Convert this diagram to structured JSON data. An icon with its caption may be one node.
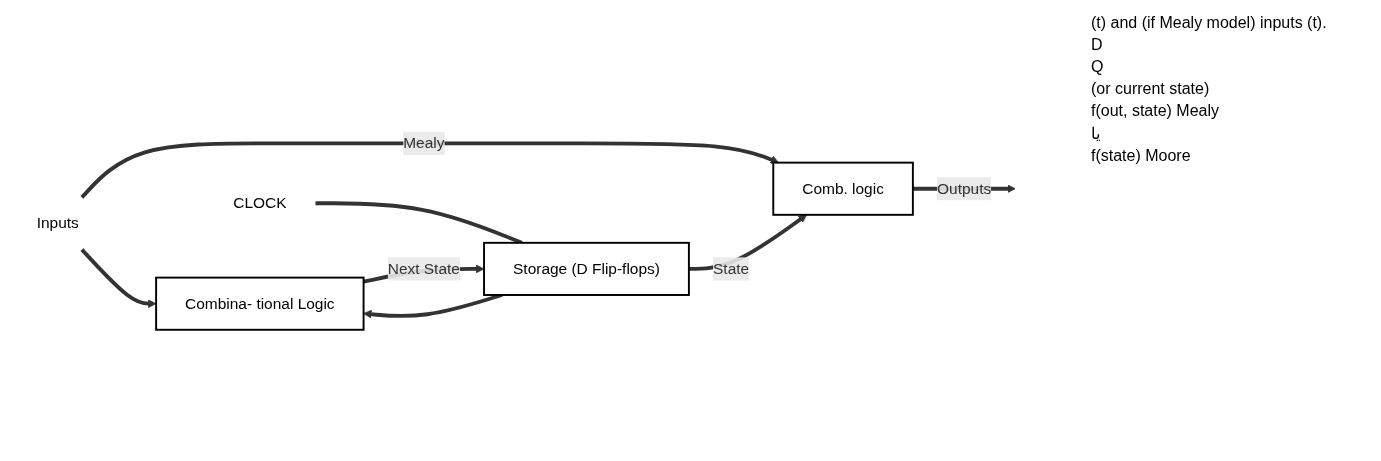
{
  "diagram": {
    "nodes": [
      {
        "text": [
          "Inputs"
        ]
      },
      {
        "text": [
          "Combina- tional Logic"
        ]
      },
      {
        "text": [
          "Storage (D Flip-flops)"
        ]
      },
      {
        "text": [
          "Comb. logic"
        ]
      },
      {
        "text": [
          "CLOCK"
        ]
      }
    ],
    "edges": [
      {
        "from": 0,
        "to": 3,
        "arrow": "to",
        "label": "Mealy"
      },
      {
        "from": 0,
        "to": 1,
        "arrow": "to"
      },
      {
        "from": 1,
        "to": 2,
        "arrow": "to",
        "label": "Next State"
      },
      {
        "from": 4,
        "to": 2,
        "arrow": "none"
      },
      {
        "from": 2,
        "to": 3,
        "arrow": "to",
        "label": "State"
      },
      {
        "from": 2,
        "to": 1,
        "arrow": "to"
      },
      {
        "from": 3,
        "to": null,
        "arrow": "to",
        "label": "Outputs"
      }
    ],
    "labels": [
      "(t) and (if Mealy model) inputs (t).",
      "D",
      "Q",
      "(or current state)",
      "f(out, state) Mealy",
      "یا",
      "f(state) Moore"
    ]
  }
}
